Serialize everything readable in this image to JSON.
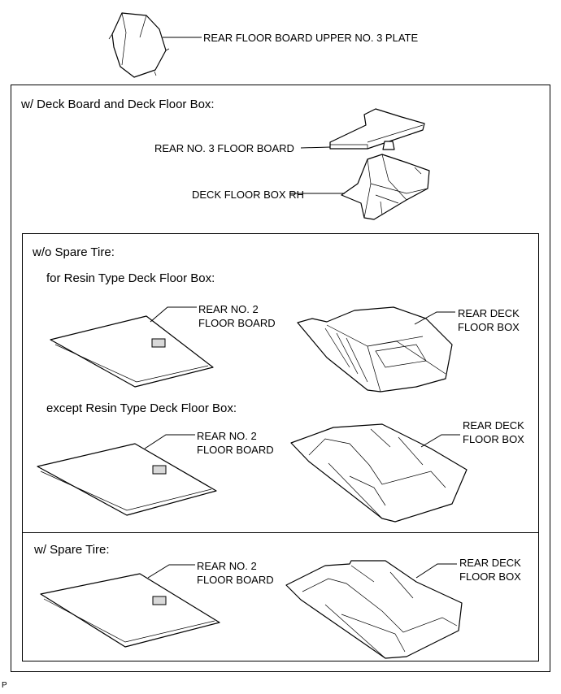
{
  "labels": {
    "upper_plate": "REAR FLOOR BOARD UPPER NO. 3 PLATE",
    "rear_no3_floor_board": "REAR NO. 3 FLOOR BOARD",
    "deck_floor_box_rh": "DECK FLOOR BOX RH",
    "rear_no2_floor_board_line1": "REAR NO. 2",
    "rear_no2_floor_board_line2": "FLOOR BOARD",
    "rear_deck_floor_box_line1": "REAR DECK",
    "rear_deck_floor_box_line2": "FLOOR BOX"
  },
  "sections": {
    "deck_board": "w/ Deck Board and Deck Floor Box:",
    "wo_spare_tire": "w/o Spare Tire:",
    "resin_type": "for Resin Type Deck Floor Box:",
    "except_resin_type": "except Resin Type Deck Floor Box:",
    "w_spare_tire": "w/ Spare Tire:"
  },
  "corner_mark": "P"
}
